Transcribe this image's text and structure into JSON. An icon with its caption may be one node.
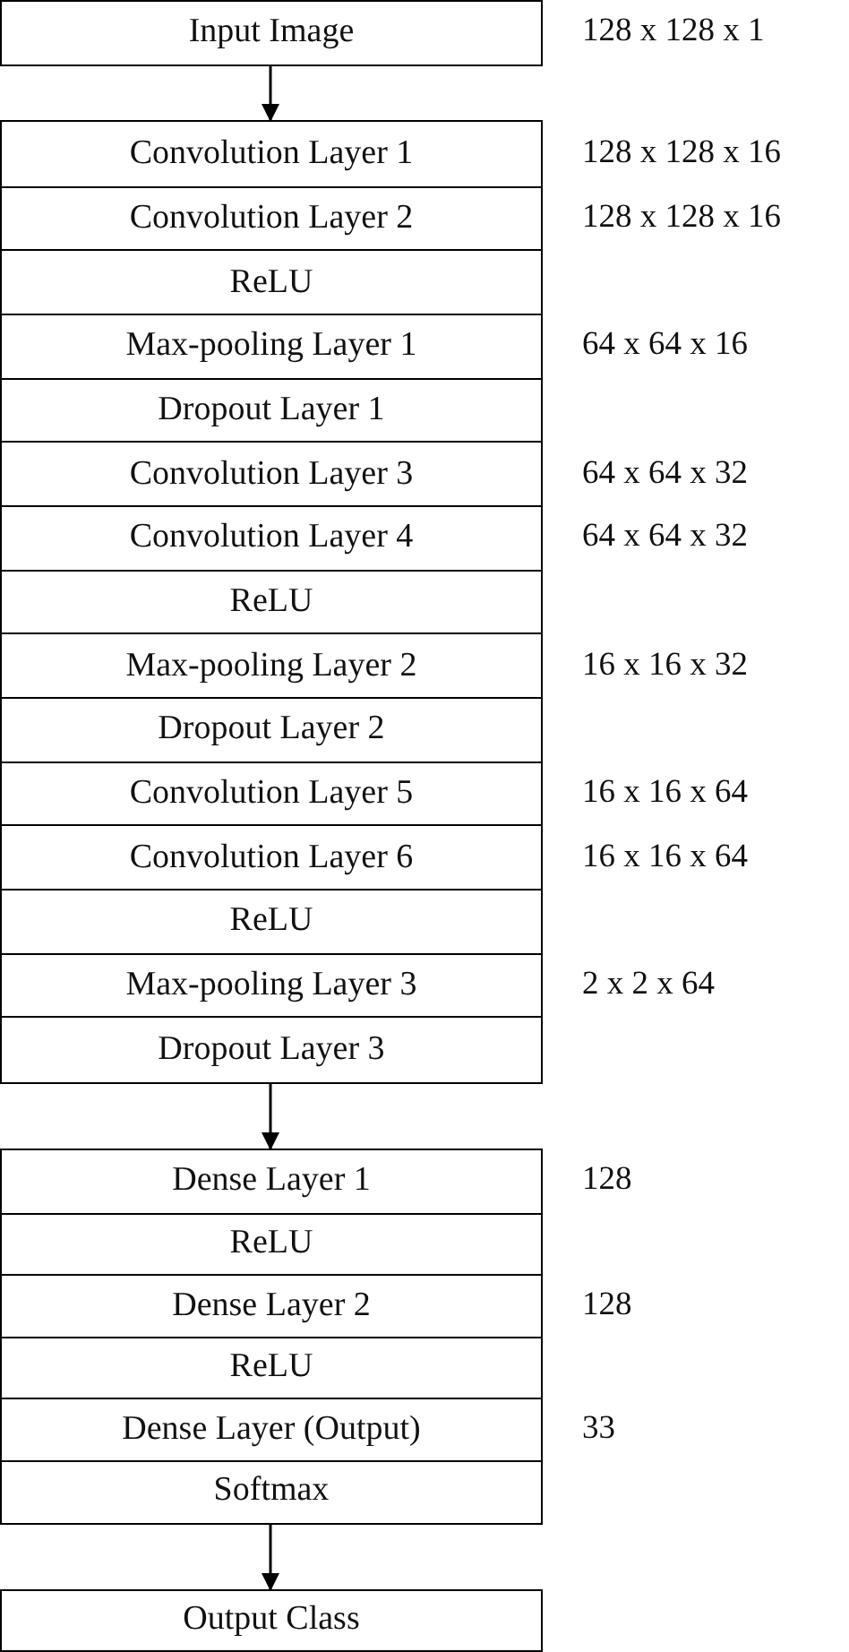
{
  "diagram": {
    "nodes": [
      {
        "text": [
          "Input Image"
        ],
        "beside": [
          "128 x 128 x 1"
        ]
      },
      {
        "text": [],
        "shape": "box"
      },
      {
        "text": [
          "Convolution Layer 1"
        ],
        "in": 1,
        "beside": [
          "128 x 128 x 16"
        ]
      },
      {
        "text": [
          "Convolution Layer 2"
        ],
        "in": 1,
        "beside": [
          "128 x 128 x 16"
        ]
      },
      {
        "text": [
          "ReLU"
        ],
        "in": 1
      },
      {
        "text": [
          "Max-pooling Layer 1"
        ],
        "in": 1,
        "beside": [
          "64 x 64 x 16"
        ]
      },
      {
        "text": [
          "Dropout Layer 1"
        ],
        "in": 1
      },
      {
        "text": [
          "Convolution Layer 3"
        ],
        "in": 1,
        "beside": [
          "64 x 64 x 32"
        ]
      },
      {
        "text": [
          "Convolution Layer 4"
        ],
        "in": 1,
        "beside": [
          "64 x 64 x 32"
        ]
      },
      {
        "text": [
          "ReLU"
        ],
        "in": 1
      },
      {
        "text": [
          "Max-pooling Layer 2"
        ],
        "in": 1,
        "beside": [
          "16 x 16 x 32"
        ]
      },
      {
        "text": [
          "Dropout Layer 2"
        ],
        "in": 1
      },
      {
        "text": [
          "Convolution Layer 5"
        ],
        "in": 1,
        "beside": [
          "16 x 16 x 64"
        ]
      },
      {
        "text": [
          "Convolution Layer 6"
        ],
        "in": 1,
        "beside": [
          "16 x 16 x 64"
        ]
      },
      {
        "text": [
          "ReLU"
        ],
        "in": 1
      },
      {
        "text": [
          "Max-pooling Layer 3"
        ],
        "in": 1,
        "beside": [
          "2 x 2 x 64"
        ]
      },
      {
        "text": [
          "Dropout Layer 3"
        ],
        "in": 1
      },
      {
        "text": [],
        "shape": "box"
      },
      {
        "text": [
          "Dense Layer 1"
        ],
        "in": 17,
        "beside": [
          "128"
        ]
      },
      {
        "text": [
          "ReLU"
        ],
        "in": 17
      },
      {
        "text": [
          "Dense Layer 2"
        ],
        "in": 17,
        "beside": [
          "128"
        ]
      },
      {
        "text": [
          "ReLU"
        ],
        "in": 17
      },
      {
        "text": [
          "Dense Layer (Output)"
        ],
        "in": 17,
        "beside": [
          "33"
        ]
      },
      {
        "text": [
          "Softmax"
        ],
        "in": 17
      },
      {
        "text": [
          "Output Class"
        ]
      }
    ],
    "edges": [
      {
        "from": 0,
        "to": 1,
        "arrow": "to"
      },
      {
        "from": 1,
        "to": 17,
        "arrow": "to"
      },
      {
        "from": 17,
        "to": 24,
        "arrow": "to"
      }
    ]
  }
}
